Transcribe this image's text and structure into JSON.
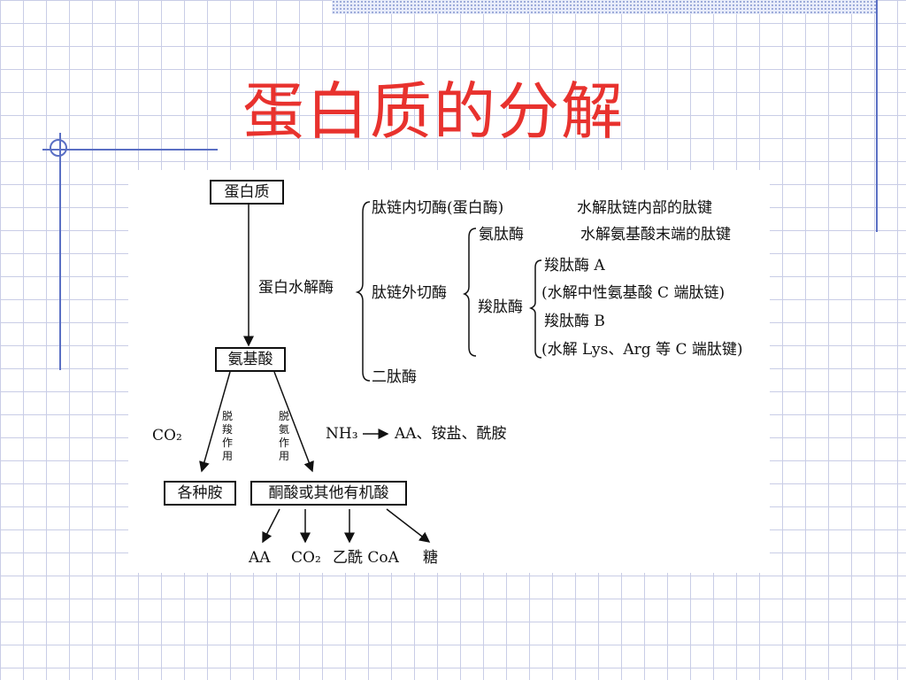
{
  "slide": {
    "title": "蛋白质的分解"
  },
  "diagram": {
    "protein": "蛋白质",
    "protease": "蛋白水解酶",
    "amino_acid": "氨基酸",
    "endopeptidase": "肽链内切酶(蛋白酶)",
    "endopeptidase_desc": "水解肽链内部的肽键",
    "aminopeptidase": "氨肽酶",
    "aminopeptidase_desc": "水解氨基酸末端的肽键",
    "exopeptidase": "肽链外切酶",
    "carboxypeptidase": "羧肽酶",
    "carboxypeptidase_a": "羧肽酶 A",
    "carboxypeptidase_a_desc": "(水解中性氨基酸 C 端肽链)",
    "carboxypeptidase_b": "羧肽酶 B",
    "carboxypeptidase_b_desc": "(水解 Lys、Arg 等 C 端肽键)",
    "dipeptidase": "二肽酶",
    "decarboxylation": "脱羧作用",
    "deamination": "脱氨作用",
    "co2_left": "CO₂",
    "nh3": "NH₃",
    "nh3_products": "AA、铵盐、酰胺",
    "amines": "各种胺",
    "keto_acids": "酮酸或其他有机酸",
    "product_aa": "AA",
    "product_co2": "CO₂",
    "product_acetyl_coa": "乙酰 CoA",
    "product_sugar": "糖"
  }
}
